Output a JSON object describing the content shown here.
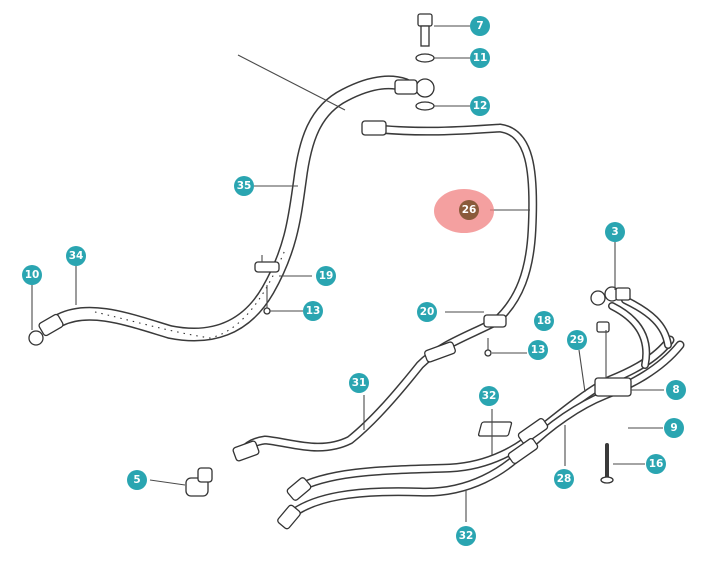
{
  "diagram": {
    "callouts": [
      "7",
      "11",
      "12",
      "35",
      "26",
      "3",
      "10",
      "34",
      "19",
      "13",
      "20",
      "18",
      "13",
      "29",
      "8",
      "31",
      "32",
      "9",
      "5",
      "16",
      "28",
      "32"
    ],
    "highlighted_callout": "26",
    "colors": {
      "callout_fill": "#2aa5b1",
      "callout_text": "#ffffff",
      "highlight_fill": "#f08080",
      "highlight_number_fill": "#8a5a3a",
      "line_color": "#3a3a3a"
    }
  }
}
